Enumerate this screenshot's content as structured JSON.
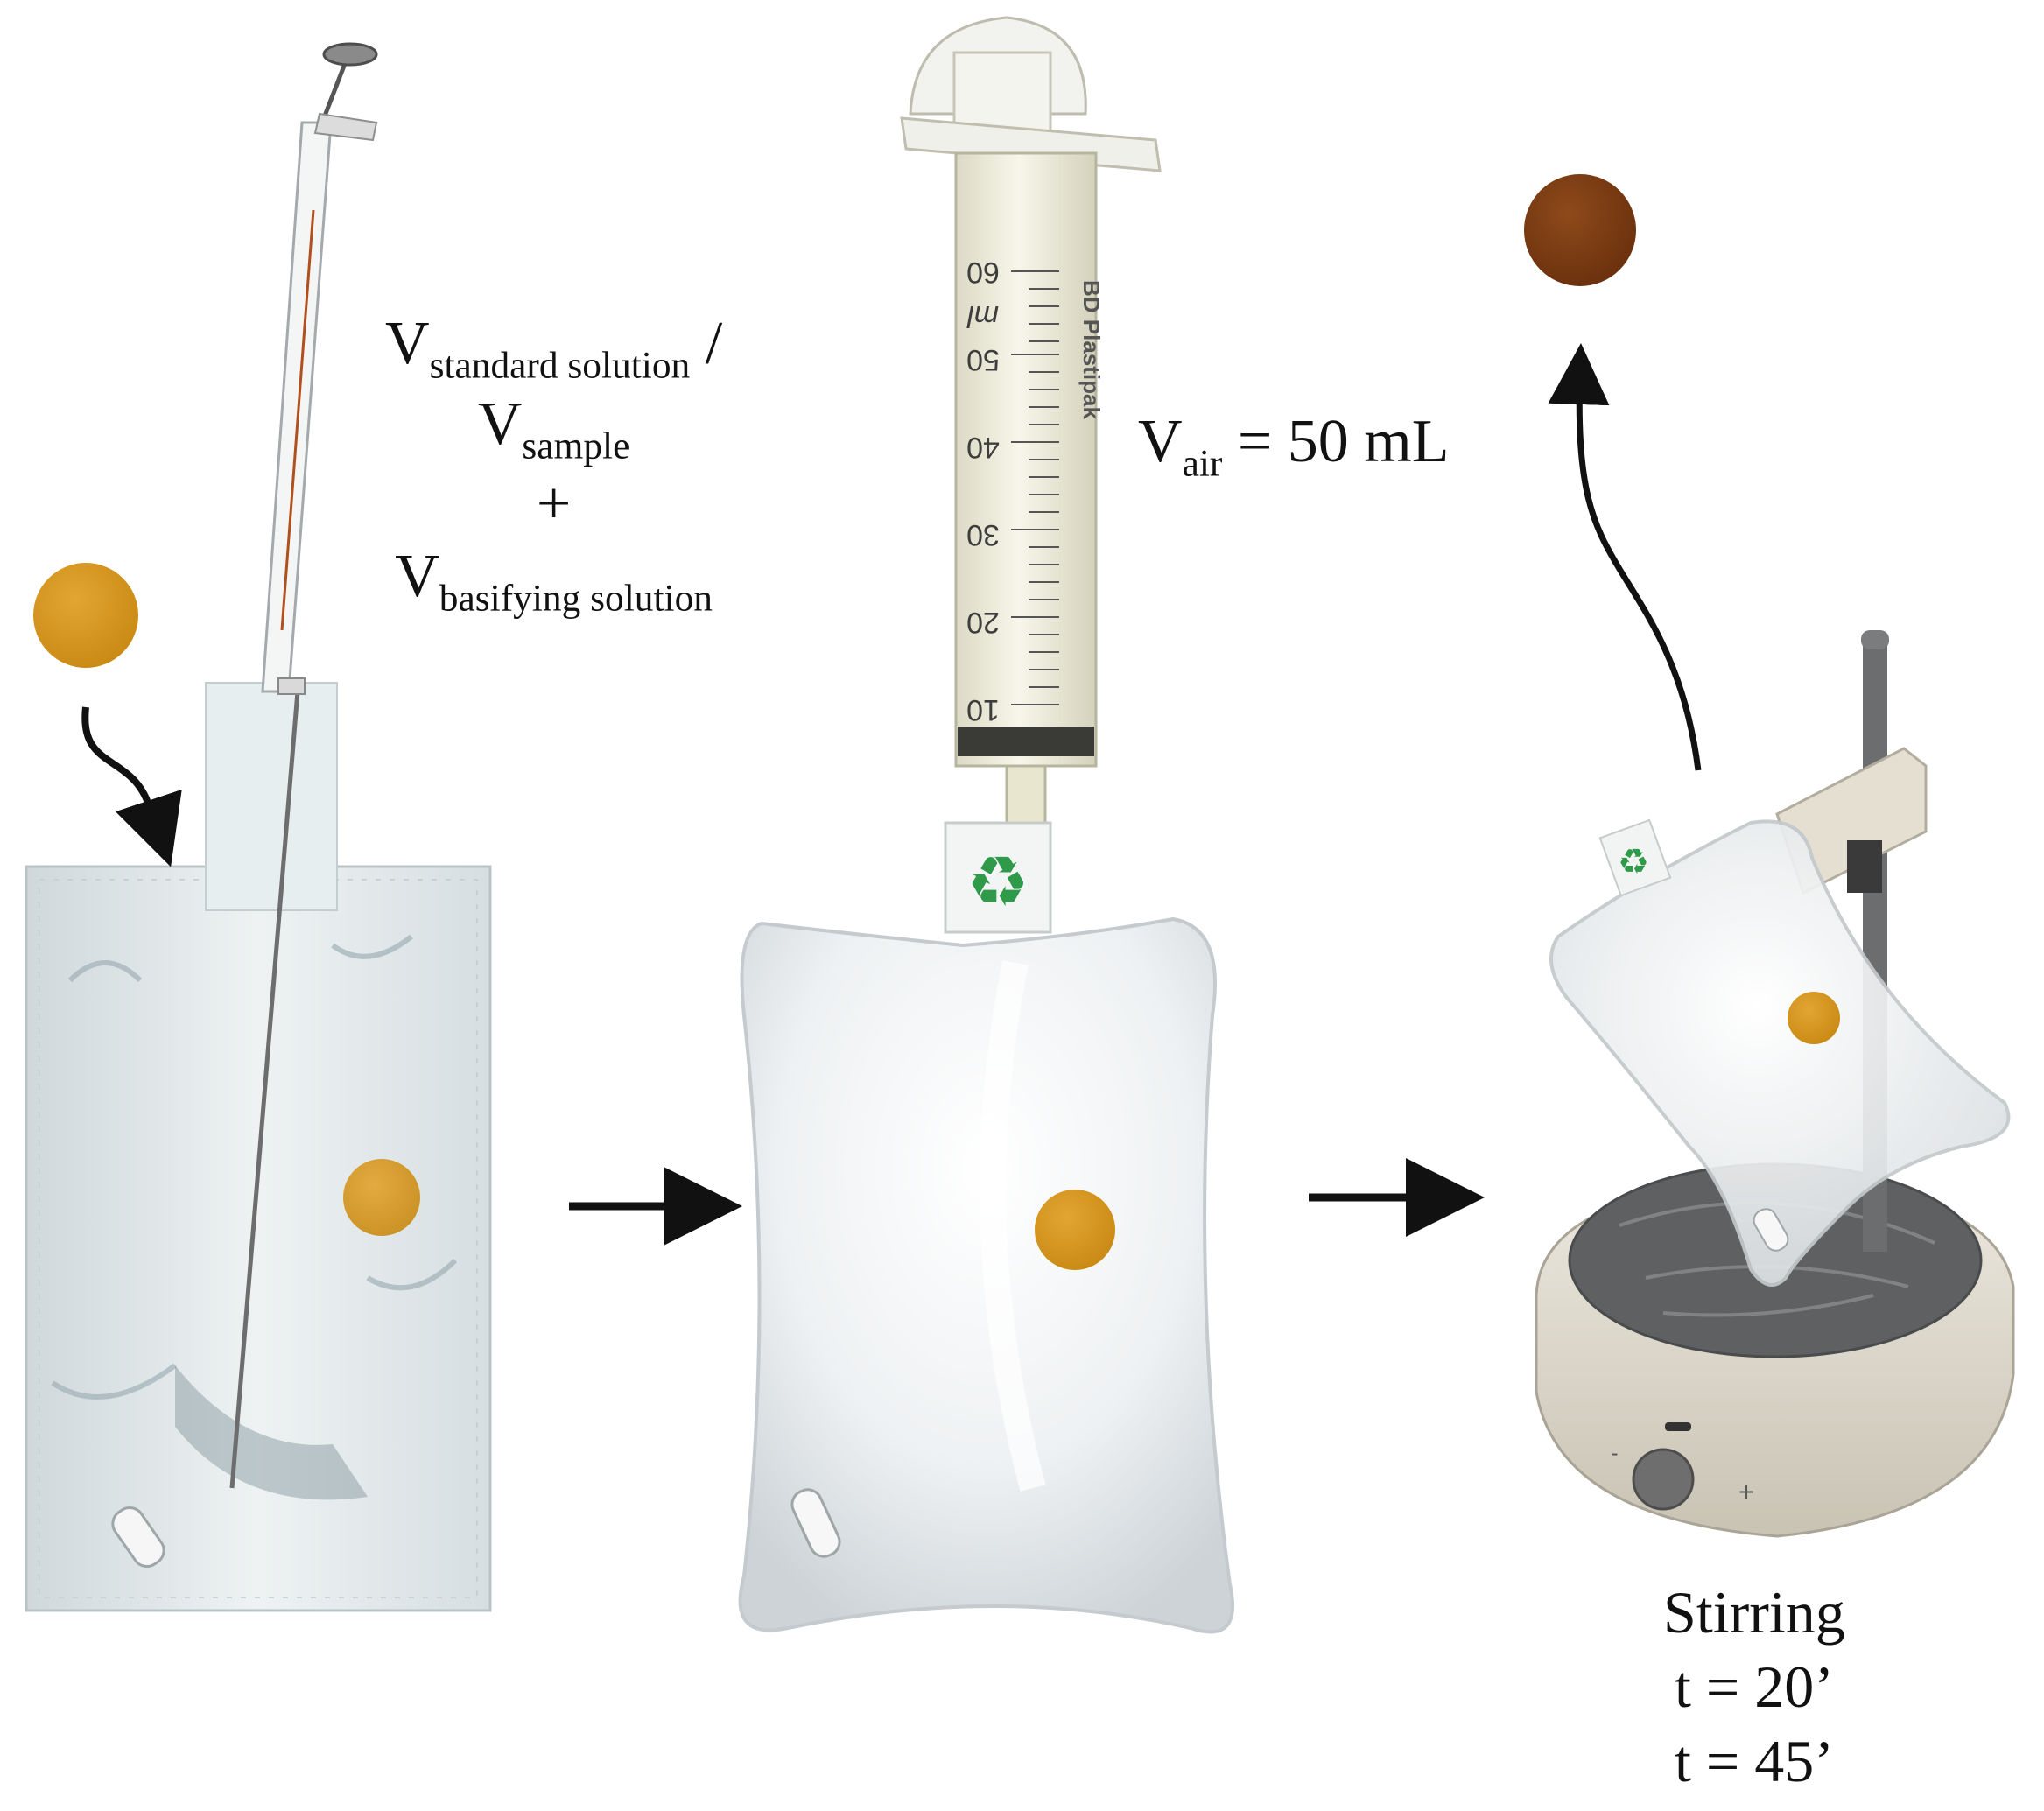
{
  "labels": {
    "volumes": {
      "v1": "V",
      "v1_sub": "standard solution",
      "slash": " /",
      "v2": "V",
      "v2_sub": "sample",
      "plus": "+",
      "v3": "V",
      "v3_sub": "basifying  solution"
    },
    "air": {
      "v": "V",
      "sub": "air",
      "rest": " = 50 mL"
    },
    "stirring": {
      "title": "Stirring",
      "t1": "t = 20’",
      "t2": "t = 45’"
    }
  },
  "syringe": {
    "scale_numbers": [
      "60",
      "50",
      "40",
      "30",
      "20",
      "10"
    ],
    "unit": "ml",
    "brand": "BD Plastipak"
  },
  "colors": {
    "disk_initial": "#D6971D",
    "disk_final": "#7A3A12",
    "arrow": "#111111",
    "bag": "#E9EEF0",
    "stirrer_body": "#E4DFD3",
    "stirrer_plate": "#5E5E5E"
  }
}
